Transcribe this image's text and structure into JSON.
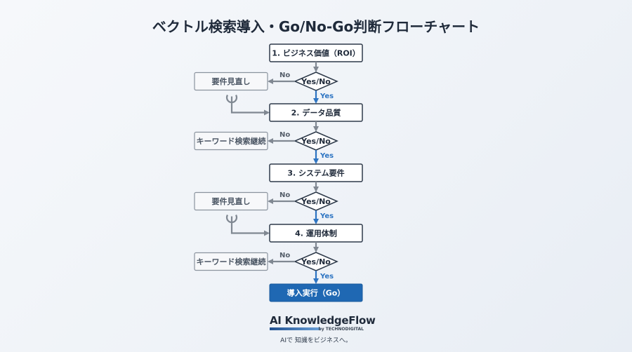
{
  "title": "ベクトル検索導入・Go/No-Go判断フローチャート",
  "steps": [
    {
      "label": "1. ビジネス価値（ROI）",
      "no_label": "要件見直し",
      "loop": true
    },
    {
      "label": "2. データ品質",
      "no_label": "キーワード検索継続",
      "loop": false
    },
    {
      "label": "3. システム要件",
      "no_label": "要件見直し",
      "loop": true
    },
    {
      "label": "4. 運用体制",
      "no_label": "キーワード検索継続",
      "loop": false
    }
  ],
  "decision_label": "Yes/No",
  "no_text": "No",
  "yes_text": "Yes",
  "go": {
    "label": "導入実行（Go）"
  },
  "brand": {
    "name": "AI KnowledgeFlow",
    "by": "by TECHNODIGITAL",
    "tagline": "AIで 知識をビジネスへ。"
  },
  "colors": {
    "accent": "#1f68b3",
    "line": "#808892",
    "yes": "#2d74c2"
  },
  "icons": {
    "loop": "loop-arrow-icon"
  }
}
